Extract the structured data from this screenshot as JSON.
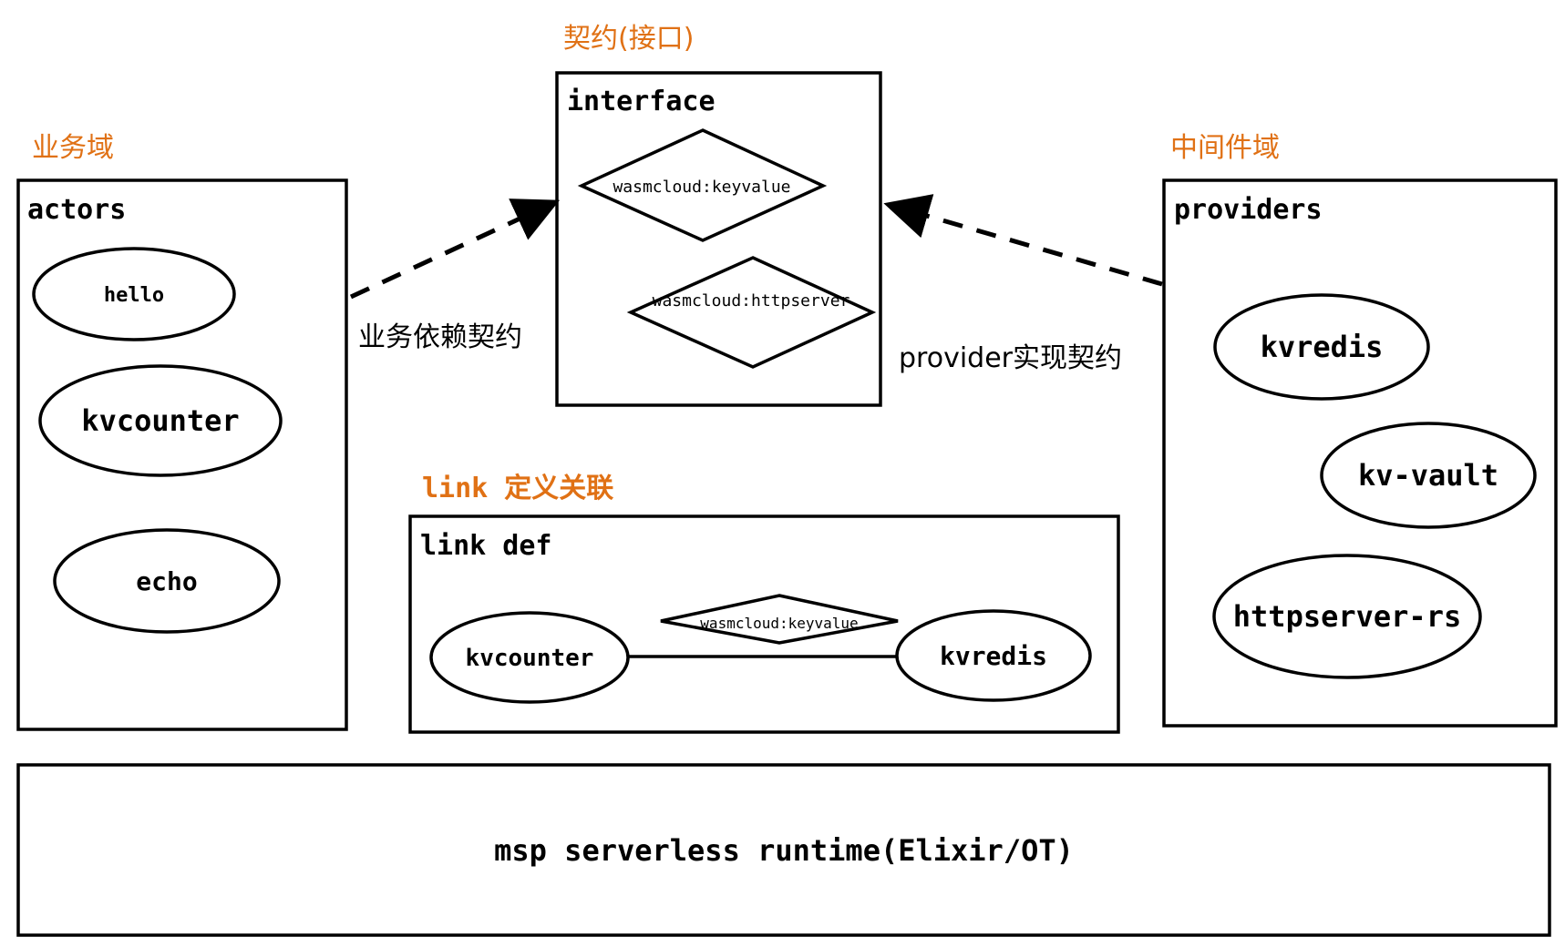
{
  "colors": {
    "accent": "#e07115",
    "stroke": "#000000",
    "background": "#ffffff"
  },
  "domains": {
    "business": "业务域",
    "contract": "契约(接口)",
    "middleware": "中间件域",
    "link": "link 定义关联"
  },
  "actors": {
    "title": "actors",
    "items": [
      "hello",
      "kvcounter",
      "echo"
    ]
  },
  "interface": {
    "title": "interface",
    "items": [
      "wasmcloud:keyvalue",
      "wasmcloud:httpserver"
    ]
  },
  "providers": {
    "title": "providers",
    "items": [
      "kvredis",
      "kv-vault",
      "httpserver-rs"
    ]
  },
  "arrows": {
    "actor_dependency": "业务依赖契约",
    "provider_implements": "provider实现契约"
  },
  "link_def": {
    "title": "link def",
    "source": "kvcounter",
    "contract": "wasmcloud:keyvalue",
    "target": "kvredis"
  },
  "runtime": {
    "label": "msp serverless runtime(Elixir/OT)"
  }
}
